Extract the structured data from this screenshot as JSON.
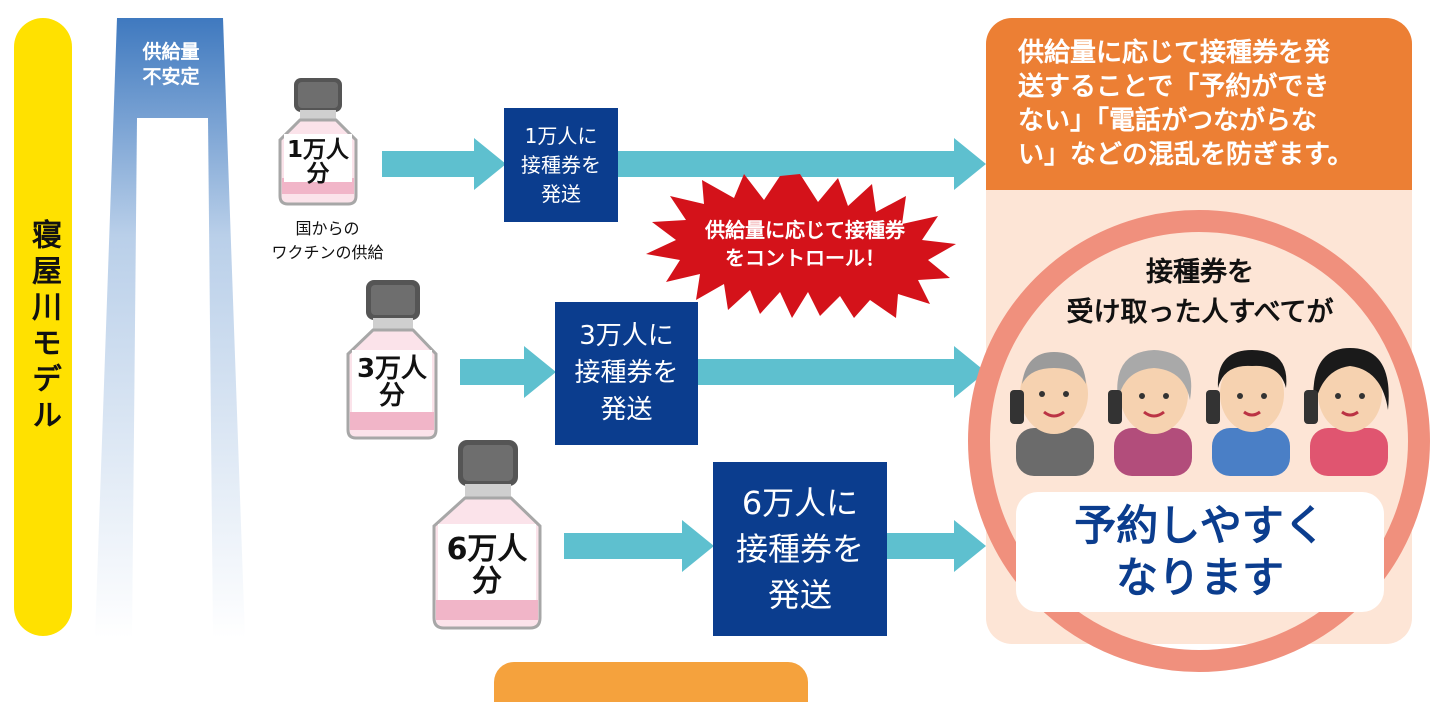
{
  "model": {
    "label": "寝屋川モデル"
  },
  "supply": {
    "line1": "供給量",
    "line2": "不安定"
  },
  "bottles": [
    {
      "line1": "1万人",
      "line2": "分"
    },
    {
      "line1": "3万人",
      "line2": "分"
    },
    {
      "line1": "6万人",
      "line2": "分"
    }
  ],
  "caption": {
    "line1": "国からの",
    "line2": "ワクチンの供給"
  },
  "boxes": [
    {
      "line1": "1万人に",
      "line2": "接種券を",
      "line3": "発送"
    },
    {
      "line1": "3万人に",
      "line2": "接種券を",
      "line3": "発送"
    },
    {
      "line1": "6万人に",
      "line2": "接種券を",
      "line3": "発送"
    }
  ],
  "burst": {
    "line1": "供給量に応じて接種券",
    "line2": "をコントロール！"
  },
  "panel": {
    "header": [
      "供給量に応じて接種券を発",
      "送することで「予約ができ",
      "ない」「電話がつながらな",
      "い」などの混乱を防ぎます。"
    ],
    "mid": {
      "line1": "接種券を",
      "line2": "受け取った人すべてが"
    },
    "result": {
      "line1": "予約しやすく",
      "line2": "なります"
    }
  },
  "colors": {
    "yellow": "#ffe100",
    "navy": "#0b3d8e",
    "teal": "#5ec0cf",
    "orange": "#ec7f34",
    "peach": "#fde5d6",
    "red": "#d4121a"
  }
}
